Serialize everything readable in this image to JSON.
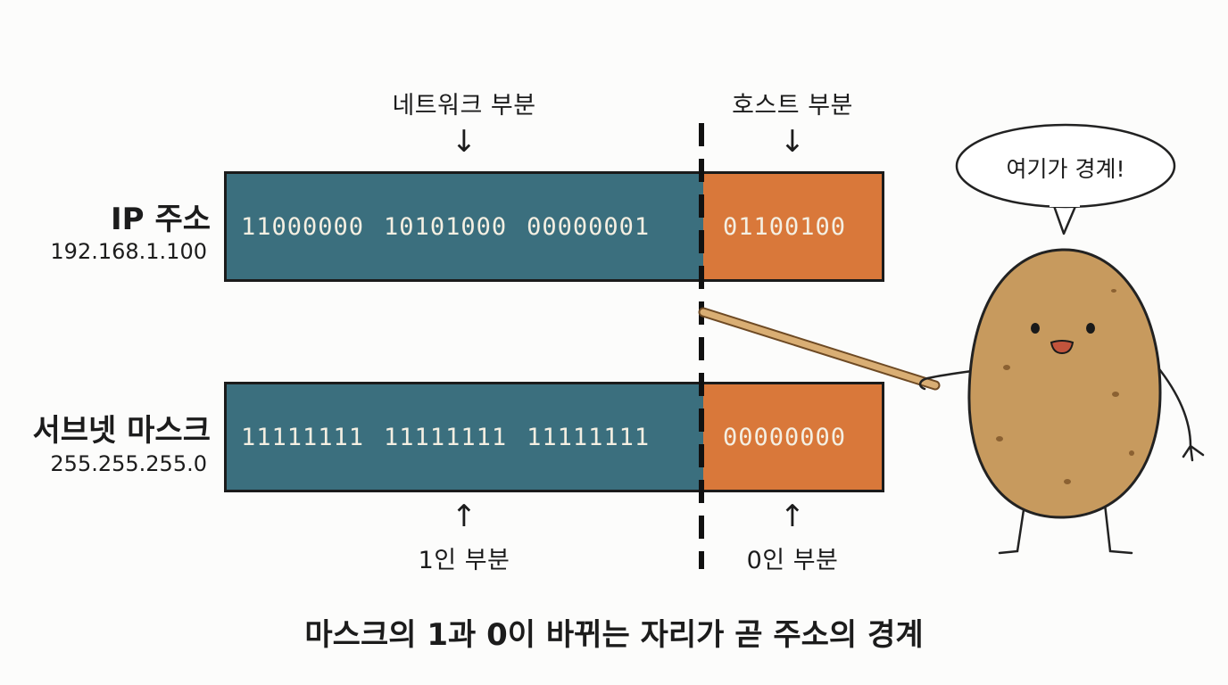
{
  "labels": {
    "network_part": "네트워크 부분",
    "host_part": "호스트 부분",
    "ones_part": "1인 부분",
    "zeros_part": "0인 부분",
    "arrow_down": "↓",
    "arrow_up": "↑"
  },
  "ip_row": {
    "title": "IP 주소",
    "value": "192.168.1.100",
    "network_octets": [
      "11000000",
      "10101000",
      "00000001"
    ],
    "host_octets": [
      "01100100"
    ]
  },
  "mask_row": {
    "title": "서브넷 마스크",
    "value": "255.255.255.0",
    "network_octets": [
      "11111111",
      "11111111",
      "11111111"
    ],
    "host_octets": [
      "00000000"
    ]
  },
  "speech_bubble": "여기가 경계!",
  "caption": "마스크의 1과 0이 바뀌는 자리가 곧 주소의 경계",
  "colors": {
    "network": "#3b6f7e",
    "host": "#d9783a",
    "potato": "#c79a5e"
  }
}
